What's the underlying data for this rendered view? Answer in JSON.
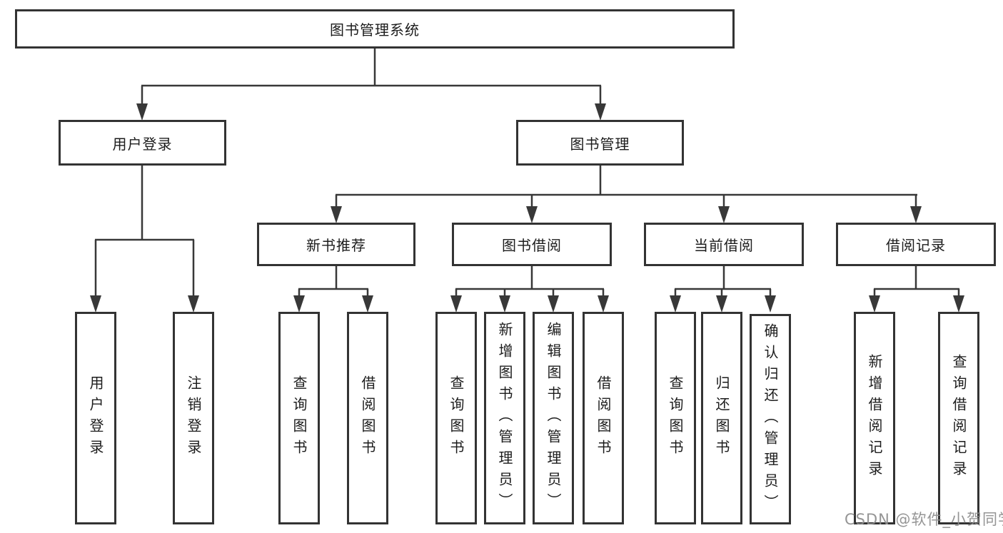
{
  "diagram_type": "hierarchy-tree",
  "tree": {
    "root": {
      "label": "图书管理系统"
    },
    "children": [
      {
        "label": "用户登录",
        "children": [
          {
            "label": "用户登录"
          },
          {
            "label": "注销登录"
          }
        ]
      },
      {
        "label": "图书管理",
        "children": [
          {
            "label": "新书推荐",
            "children": [
              {
                "label": "查询图书"
              },
              {
                "label": "借阅图书"
              }
            ]
          },
          {
            "label": "图书借阅",
            "children": [
              {
                "label": "查询图书"
              },
              {
                "label": "新增图书（管理员）"
              },
              {
                "label": "编辑图书（管理员）"
              },
              {
                "label": "借阅图书"
              }
            ]
          },
          {
            "label": "当前借阅",
            "children": [
              {
                "label": "查询图书"
              },
              {
                "label": "归还图书"
              },
              {
                "label": "确认归还（管理员）"
              }
            ]
          },
          {
            "label": "借阅记录",
            "children": [
              {
                "label": "新增借阅记录"
              },
              {
                "label": "查询借阅记录"
              }
            ]
          }
        ]
      }
    ]
  },
  "colors": {
    "line": "#383838",
    "box_border": "#333333",
    "box_fill": "#ffffff",
    "text": "#1c1c1c",
    "watermark": "#8c8c8c"
  },
  "watermark": "CSDN @软件_小贺同学"
}
